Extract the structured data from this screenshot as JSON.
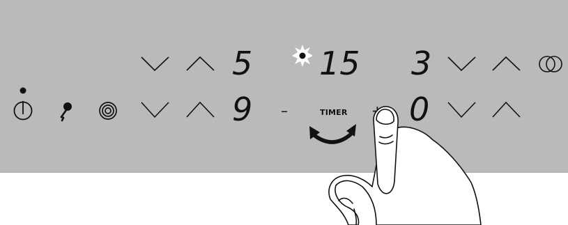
{
  "panel": {
    "colors": {
      "background": "#b8babc",
      "border": "#333333",
      "symbols": "#111111"
    },
    "left_controls": {
      "power_icon": "power-icon",
      "lock_icon": "key-icon",
      "bridge_icon": "concentric-rings-icon"
    },
    "zones": {
      "top_left_level": "5",
      "bottom_left_level": "9",
      "top_right_level": "3",
      "bottom_right_level": "0",
      "timer_value": "15"
    },
    "timer": {
      "label": "TIMER",
      "minus_symbol": "–",
      "plus_symbol": "+"
    },
    "indicators": {
      "timer_led": "active"
    }
  }
}
